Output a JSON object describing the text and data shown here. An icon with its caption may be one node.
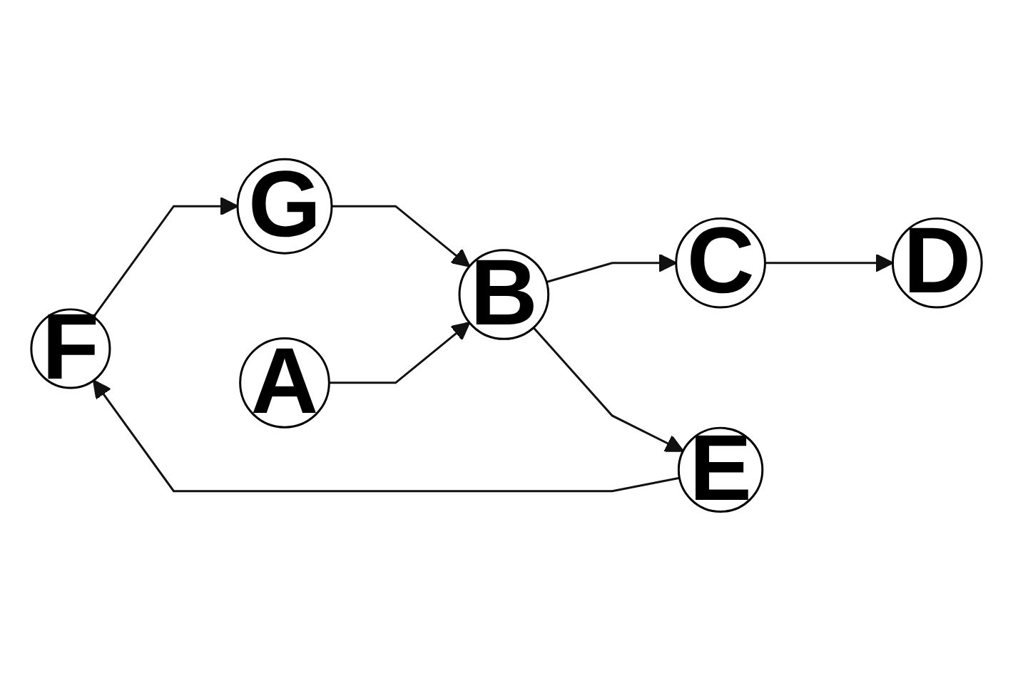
{
  "diagram": {
    "nodes": [
      {
        "text": [
          "F"
        ]
      },
      {
        "text": [
          "G"
        ]
      },
      {
        "text": [
          "E"
        ]
      },
      {
        "text": [
          "A"
        ]
      },
      {
        "text": [
          "B"
        ]
      },
      {
        "text": [
          "C"
        ]
      },
      {
        "text": [
          "D"
        ]
      }
    ],
    "edges": [
      {
        "from": 3,
        "to": 4,
        "arrow": "to"
      },
      {
        "from": 4,
        "to": 5,
        "arrow": "to"
      },
      {
        "from": 5,
        "to": 6,
        "arrow": "to"
      },
      {
        "from": 4,
        "to": 2,
        "arrow": "to"
      },
      {
        "from": 2,
        "to": 0,
        "arrow": "to"
      },
      {
        "from": 0,
        "to": 1,
        "arrow": "to"
      },
      {
        "from": 1,
        "to": 4,
        "arrow": "to"
      }
    ]
  }
}
